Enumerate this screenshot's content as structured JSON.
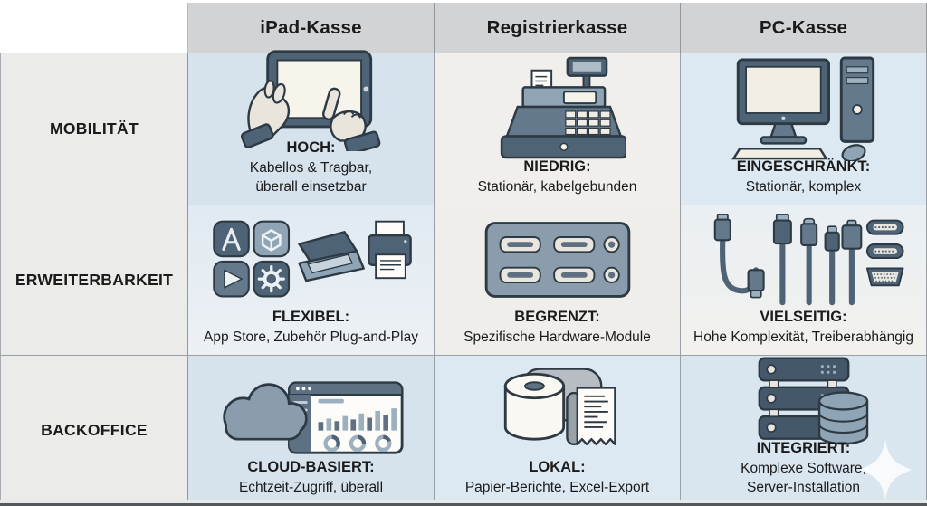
{
  "header": {
    "columns": [
      "iPad-Kasse",
      "Registrierkasse",
      "PC-Kasse"
    ]
  },
  "rows": [
    {
      "label": "MOBILITÄT",
      "cells": [
        {
          "icon": "tablet-hands-icon",
          "title": "HOCH:",
          "description": "Kabellos & Tragbar,\nüberall einsetzbar"
        },
        {
          "icon": "cash-register-icon",
          "title": "NIEDRIG:",
          "description": "Stationär, kabelgebunden"
        },
        {
          "icon": "desktop-pc-icon",
          "title": "EINGESCHRÄNKT:",
          "description": "Stationär, komplex"
        }
      ]
    },
    {
      "label": "ERWEITERBARKEIT",
      "cells": [
        {
          "icon": "app-icons-scanner-printer-icon",
          "title": "FLEXIBEL:",
          "description": "App Store, Zubehör Plug-and-Play"
        },
        {
          "icon": "hardware-ports-panel-icon",
          "title": "BEGRENZT:",
          "description": "Spezifische Hardware-Module"
        },
        {
          "icon": "cables-connectors-icon",
          "title": "VIELSEITIG:",
          "description": "Hohe Komplexität, Treiberabhängig"
        }
      ]
    },
    {
      "label": "BACKOFFICE",
      "cells": [
        {
          "icon": "cloud-dashboard-icon",
          "title": "CLOUD-BASIERT:",
          "description": "Echtzeit-Zugriff, überall"
        },
        {
          "icon": "paper-roll-receipt-icon",
          "title": "LOKAL:",
          "description": "Papier-Berichte, Excel-Export"
        },
        {
          "icon": "server-database-icon",
          "title": "INTEGRIERT:",
          "description": "Komplexe Software,\nServer-Installation"
        }
      ]
    }
  ],
  "watermark": {
    "icon": "sparkle-icon"
  },
  "colors": {
    "header_bg": "#d2d3d5",
    "label_column_bg": "#ebebe9",
    "blue_cell": "#d6e3ed",
    "offwhite_cell": "#f0efec",
    "grid_line": "#9aa0a5",
    "text": "#1b1b1b",
    "icon_dark_slate": "#4e6375",
    "icon_mid_slate": "#64798b",
    "icon_light_slate": "#8fa5b5",
    "icon_offwhite": "#f5f2ea",
    "icon_outline": "#2d3943"
  }
}
